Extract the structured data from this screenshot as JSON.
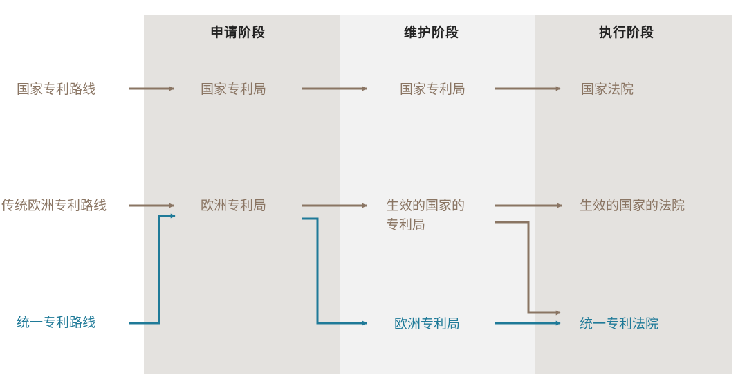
{
  "colors": {
    "brown": "#8a7563",
    "blue": "#1f7a98",
    "header_text": "#222222",
    "col_dark": "#e4e2df",
    "col_light": "#f2f2f2"
  },
  "phases": [
    "申请阶段",
    "维护阶段",
    "执行阶段"
  ],
  "routes": {
    "national": {
      "label": "国家专利路线",
      "application": "国家专利局",
      "maintenance": "国家专利局",
      "enforcement": "国家法院"
    },
    "european": {
      "label": "传统欧洲专利路线",
      "application": "欧洲专利局",
      "maintenance_line1": "生效的国家的",
      "maintenance_line2": "专利局",
      "enforcement": "生效的国家的法院"
    },
    "unified": {
      "label": "统一专利路线",
      "maintenance": "欧洲专利局",
      "enforcement": "统一专利法院"
    }
  }
}
